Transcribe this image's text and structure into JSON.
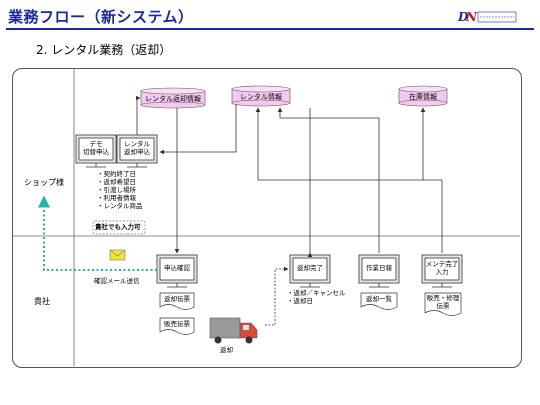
{
  "header": {
    "title": "業務フロー（新システム）",
    "logo_text": "DN health global"
  },
  "subtitle": "2. レンタル業務（返却）",
  "lanes": {
    "shop": "ショップ様",
    "company": "貴社"
  },
  "databases": {
    "rental_return": "レンタル返却情報",
    "rental": "レンタル情報",
    "stock": "在庫情報"
  },
  "screens": {
    "demo": "デモ\n切替申込",
    "rental_return_app": "レンタル\n返却申込",
    "app_confirm": "申込確認",
    "return_done": "返却完了",
    "work_report": "作業日報",
    "maint_done": "メンテ完了\n入力"
  },
  "shop_items": [
    "・契約終了日",
    "・返却希望日",
    "・引渡し場所",
    "・利用者情報",
    "・レンタル商品"
  ],
  "note_box": "貴社でも入力可",
  "mail_label": "確認メール送信",
  "return_items": [
    "・返却／キャンセル",
    "・返却日"
  ],
  "documents": {
    "return_slip": "返却伝票",
    "sales_slip": "販売伝票",
    "return_list": "返却一覧",
    "sales_repair_slip": "販売・修理\n伝票"
  },
  "truck_label": "返却",
  "colors": {
    "title": "#1a2a9c",
    "db_fill": "#f4c8ef",
    "mail_arrow": "#26b3a2",
    "envelope": "#f3e43b"
  }
}
